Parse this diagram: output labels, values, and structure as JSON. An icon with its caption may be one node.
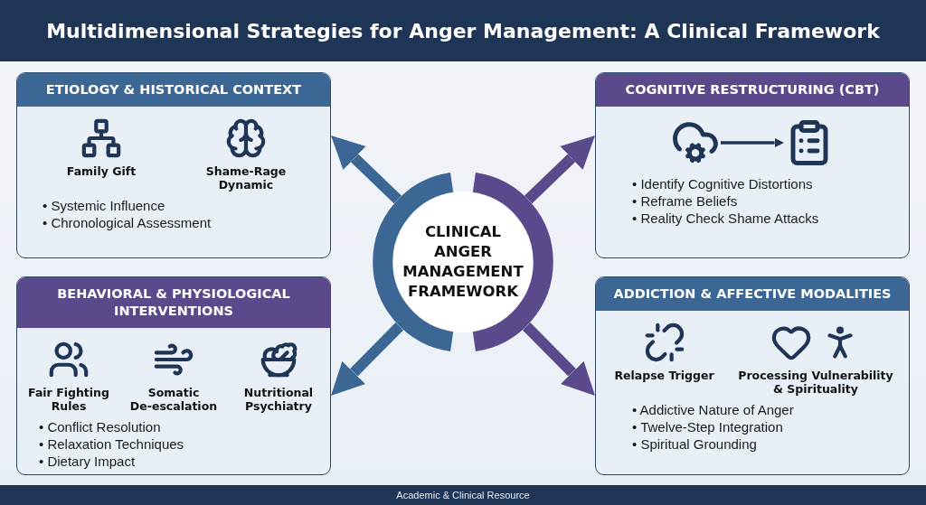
{
  "diagram": {
    "title": "Multidimensional Strategies for Anger Management: A Clinical Framework",
    "nodes": [
      {
        "text": [
          "ETIOLOGY & HISTORICAL CONTEXT",
          "Family Gift",
          "Shame-Rage Dynamic",
          "• Systemic Influence",
          "• Chronological Assessment"
        ]
      },
      {
        "text": [
          "COGNITIVE RESTRUCTURING (CBT)",
          "• Identify Cognitive Distortions",
          "• Reframe Beliefs",
          "• Reality Check Shame Attacks"
        ]
      },
      {
        "text": [],
        "shape": "picture",
        "in": 1
      },
      {
        "text": [],
        "shape": "picture",
        "in": 1
      },
      {
        "text": [
          "CLINICAL ANGER MANAGEMENT FRAMEWORK"
        ]
      },
      {
        "text": [
          "BEHAVIORAL & PHYSIOLOGICAL INTERVENTIONS",
          "Fair Fighting Rules",
          "Somatic De-escalation",
          "Nutritional Psychiatry",
          "• Conflict Resolution",
          "• Relaxation Techniques",
          "• Dietary Impact"
        ]
      },
      {
        "text": [
          "ADDICTION & AFFECTIVE MODALITIES",
          "Relapse Trigger",
          "Processing Vulnerability & Spirituality",
          "• Addictive Nature of Anger",
          "• Twelve-Step Integration",
          "• Spiritual Grounding"
        ]
      }
    ],
    "edges": [
      {
        "from": 4,
        "to": 0,
        "arrow": "to"
      },
      {
        "from": 4,
        "to": 1,
        "arrow": "to",
        "color": "#5a4a8b"
      },
      {
        "from": 2,
        "to": 3,
        "arrow": "to",
        "color": "#1f3556"
      },
      {
        "from": 4,
        "to": 5,
        "arrow": "to"
      },
      {
        "from": 4,
        "to": 6,
        "arrow": "to",
        "color": "#5a4a8b"
      }
    ],
    "labels": [
      "Academic & Clinical Resource"
    ]
  }
}
